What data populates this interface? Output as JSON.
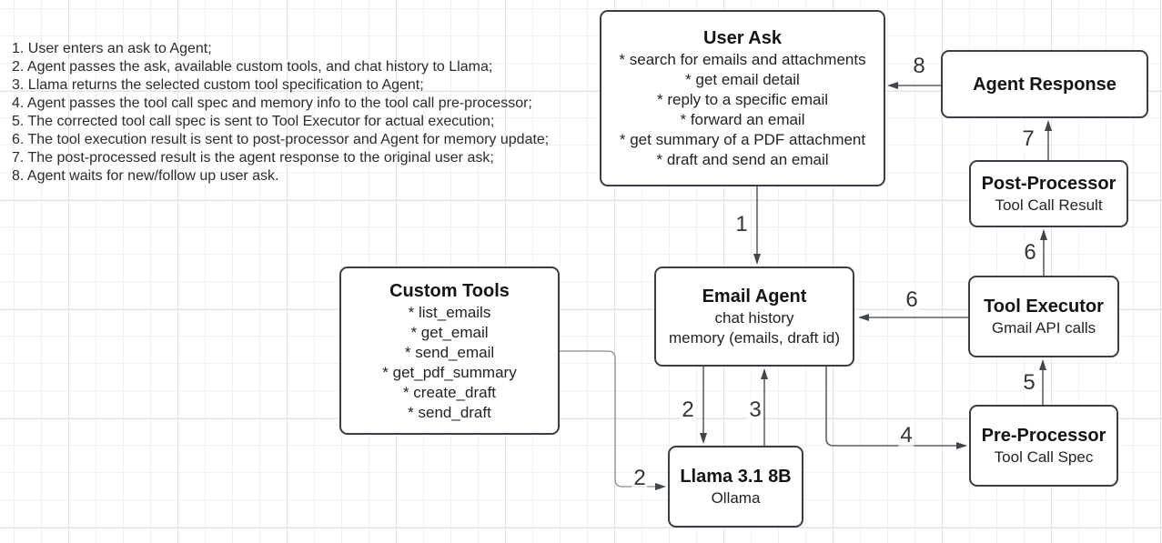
{
  "steps": {
    "items": [
      "1. User enters an ask to Agent;",
      "2. Agent passes the ask, available custom tools, and chat history to Llama;",
      "3. Llama returns the selected custom tool specification to Agent;",
      "4. Agent passes the tool call spec and memory info to the tool call pre-processor;",
      "5. The corrected tool call spec is sent to Tool Executor for actual execution;",
      "6. The tool execution result is sent to post-processor and Agent for memory update;",
      "7. The post-processed result is the agent response to the original user ask;",
      "8. Agent waits for new/follow up user ask."
    ]
  },
  "nodes": {
    "user_ask": {
      "title": "User Ask",
      "lines": [
        "* search for emails and attachments",
        "* get email detail",
        "* reply to a specific email",
        "* forward an email",
        "* get summary of a PDF attachment",
        "* draft and send an email"
      ]
    },
    "agent_response": {
      "title": "Agent Response"
    },
    "post_processor": {
      "title": "Post-Processor",
      "subtitle": "Tool Call Result"
    },
    "tool_executor": {
      "title": "Tool Executor",
      "subtitle": "Gmail API calls"
    },
    "pre_processor": {
      "title": "Pre-Processor",
      "subtitle": "Tool Call Spec"
    },
    "email_agent": {
      "title": "Email Agent",
      "lines": [
        "chat history",
        "memory (emails, draft id)"
      ]
    },
    "custom_tools": {
      "title": "Custom Tools",
      "lines": [
        "* list_emails",
        "* get_email",
        "* send_email",
        "* get_pdf_summary",
        "* create_draft",
        "* send_draft"
      ]
    },
    "llama": {
      "title": "Llama 3.1 8B",
      "subtitle": "Ollama"
    }
  },
  "edges": {
    "e1": {
      "label": "1"
    },
    "e2a": {
      "label": "2"
    },
    "e2b": {
      "label": "2"
    },
    "e3": {
      "label": "3"
    },
    "e4": {
      "label": "4"
    },
    "e5": {
      "label": "5"
    },
    "e6a": {
      "label": "6"
    },
    "e6b": {
      "label": "6"
    },
    "e7": {
      "label": "7"
    },
    "e8": {
      "label": "8"
    }
  },
  "colors": {
    "node_border": "#383e45",
    "edge_stroke": "#5c6269",
    "background": "#ffffff",
    "grid_minor": "#f1f1f1",
    "grid_major": "#e4e4e4"
  }
}
